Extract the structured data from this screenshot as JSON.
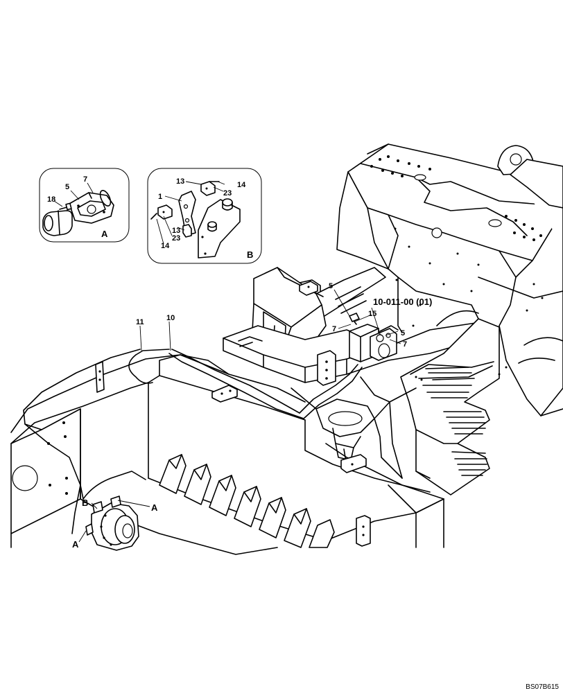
{
  "figure_code": "BS07B615",
  "reference": "10-011-00 (01)",
  "detail_a": {
    "letter": "A",
    "callouts": {
      "c5": "5",
      "c7": "7",
      "c18": "18"
    }
  },
  "detail_b": {
    "letter": "B",
    "callouts": {
      "c13_top": "13",
      "c14_top": "14",
      "c23_top": "23",
      "c1": "1",
      "c13_bot": "13",
      "c23_bot": "23",
      "c14_bot": "14"
    }
  },
  "main_callouts": {
    "c11": "11",
    "c10": "10",
    "c5_upper": "5",
    "c15": "15",
    "c7_left": "7",
    "c5_right": "5",
    "c7_right": "7",
    "a_upper": "A",
    "a_lower": "A",
    "b_marker": "B"
  }
}
